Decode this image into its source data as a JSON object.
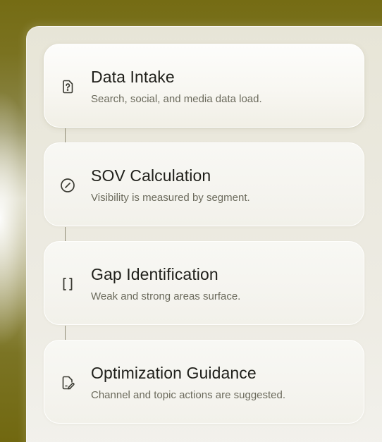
{
  "steps": [
    {
      "title": "Data Intake",
      "description": "Search, social, and media data load.",
      "icon": "question-document-icon"
    },
    {
      "title": "SOV Calculation",
      "description": "Visibility is measured by segment.",
      "icon": "slash-circle-icon"
    },
    {
      "title": "Gap Identification",
      "description": "Weak and strong areas surface.",
      "icon": "brackets-icon"
    },
    {
      "title": "Optimization Guidance",
      "description": "Channel and topic actions are suggested.",
      "icon": "document-edit-icon"
    }
  ]
}
